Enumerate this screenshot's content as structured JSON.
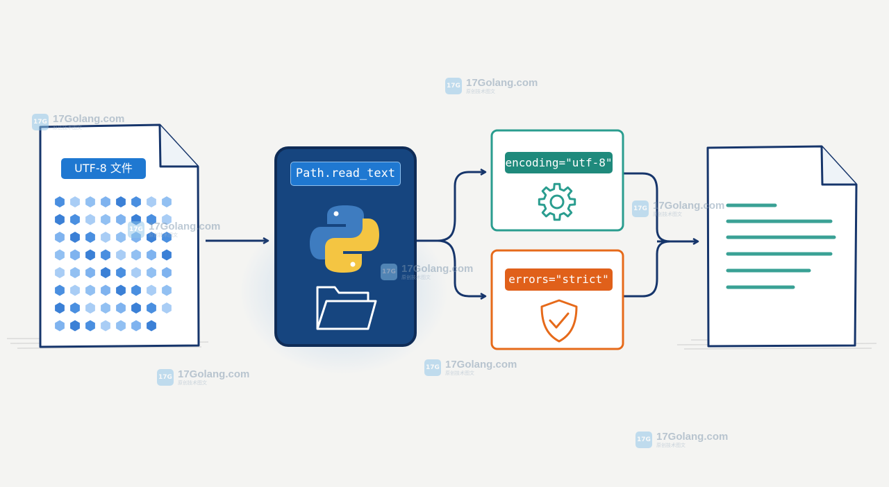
{
  "source_file": {
    "label": "UTF-8 文件",
    "icon": "document-icon"
  },
  "reader": {
    "label": "Path.read_text",
    "icons": [
      "python-logo-icon",
      "folder-icon"
    ]
  },
  "options": [
    {
      "label": "encoding=\"utf-8\"",
      "icon": "gear-icon",
      "color": "#2a9d8f"
    },
    {
      "label": "errors=\"strict\"",
      "icon": "shield-check-icon",
      "color": "#e66a1a"
    }
  ],
  "output_file": {
    "icon": "text-document-icon"
  },
  "watermark": {
    "site": "17Golang.com",
    "tagline": "原创技术图文",
    "logo": "17G"
  },
  "colors": {
    "navy": "#16356b",
    "blue": "#1f78d1",
    "teal": "#2a9d8f",
    "orange": "#e66a1a"
  }
}
